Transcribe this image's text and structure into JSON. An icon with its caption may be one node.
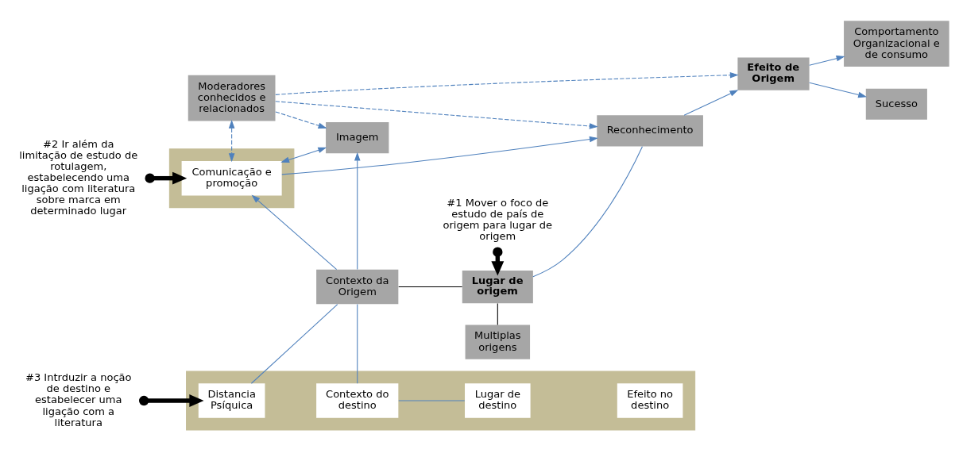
{
  "diagram": {
    "nodes": [
      {
        "text": [
          "#1 Mover o foco de estudo de país de origem para lugar de origem"
        ]
      },
      {
        "text": [
          "Moderadores conhecidos e relacionados"
        ]
      },
      {
        "text": [
          "#2 Ir além da limitação de estudo de rotulagem, estabelecendo uma ligação com literatura sobre marca em determinado lugar"
        ]
      },
      {
        "text": [],
        "shape": "box"
      },
      {
        "text": [
          "Comunicação e promoção"
        ],
        "in": 3
      },
      {
        "text": [
          "Imagem"
        ]
      },
      {
        "text": [
          "Reconhecimento"
        ]
      },
      {
        "text": [
          "Comportamento Organizacional e de consumo"
        ]
      },
      {
        "text": [
          "Contexto da Origem"
        ]
      },
      {
        "text": [
          "Lugar de origem"
        ]
      },
      {
        "text": [
          "Efeito de Origem"
        ]
      },
      {
        "text": [
          "#3 Intrduzir a noção de destino e estabelecer uma ligação com a literatura"
        ]
      },
      {
        "text": [],
        "shape": "box"
      },
      {
        "text": [
          "Distancia Psíquica"
        ],
        "in": 12
      },
      {
        "text": [
          "Multiplas origens"
        ]
      },
      {
        "text": [
          "Sucesso"
        ]
      },
      {
        "text": [
          "Contexto do destino"
        ],
        "in": 12
      },
      {
        "text": [
          "Lugar de destino"
        ],
        "in": 12
      },
      {
        "text": [
          "Efeito no destino"
        ],
        "in": 12
      }
    ],
    "edges": [
      {
        "from": 0,
        "to": 9,
        "arrow": "to",
        "style": "thick",
        "color": "#000000"
      },
      {
        "from": 2,
        "to": 4,
        "arrow": "to",
        "style": "thick",
        "color": "#000000"
      },
      {
        "from": 11,
        "to": 13,
        "arrow": "to",
        "style": "thick",
        "color": "#000000"
      },
      {
        "from": 1,
        "to": 4,
        "arrow": "both",
        "style": "dashed"
      },
      {
        "from": 1,
        "to": 5,
        "arrow": "to",
        "style": "dashed"
      },
      {
        "from": 1,
        "to": 6,
        "arrow": "to",
        "style": "dashed"
      },
      {
        "from": 1,
        "to": 10,
        "arrow": "to",
        "style": "dashed"
      },
      {
        "from": 4,
        "to": 5,
        "arrow": "both"
      },
      {
        "from": 4,
        "to": 6,
        "arrow": "to"
      },
      {
        "from": 8,
        "to": 5,
        "arrow": "to"
      },
      {
        "from": 8,
        "to": 4,
        "arrow": "to"
      },
      {
        "from": 8,
        "to": 9,
        "arrow": "none",
        "color": "#000000"
      },
      {
        "from": 9,
        "to": 14,
        "arrow": "none",
        "color": "#000000"
      },
      {
        "from": 9,
        "to": 6,
        "arrow": "none"
      },
      {
        "from": 6,
        "to": 10,
        "arrow": "to"
      },
      {
        "from": 10,
        "to": 7,
        "arrow": "to"
      },
      {
        "from": 10,
        "to": 15,
        "arrow": "to"
      },
      {
        "from": 8,
        "to": 13,
        "arrow": "none"
      },
      {
        "from": 8,
        "to": 16,
        "arrow": "none"
      },
      {
        "from": 16,
        "to": 17,
        "arrow": "none"
      }
    ]
  }
}
